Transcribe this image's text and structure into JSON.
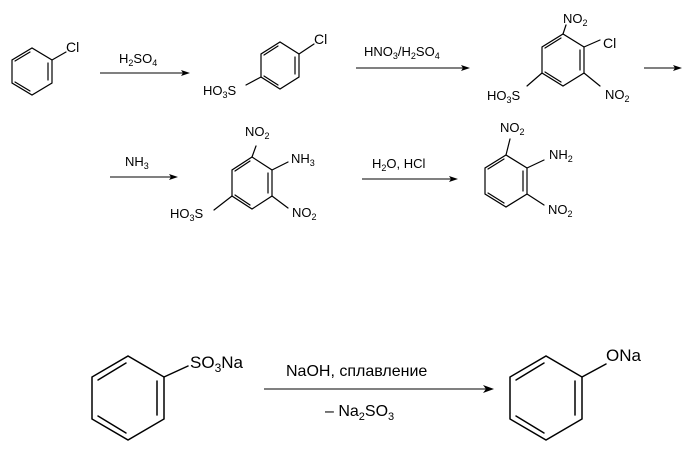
{
  "scheme1": {
    "step1": {
      "reagent_main": "H",
      "reagent_sub1": "2",
      "reagent_mid": "SO",
      "reagent_sub2": "4"
    },
    "step2": {
      "reagent_a": "HNO",
      "reagent_a_sub": "3",
      "reagent_b": "/H",
      "reagent_b_sub": "2",
      "reagent_c": "SO",
      "reagent_c_sub": "4"
    },
    "step3": {
      "reagent_main": "NH",
      "reagent_sub": "3"
    },
    "step4": {
      "reagent_a": "H",
      "reagent_a_sub": "2",
      "reagent_b": "O, HCl"
    },
    "labels": {
      "cl": "Cl",
      "ho": "HO",
      "sub3": "3",
      "s": "S",
      "no": "NO",
      "sub2": "2",
      "nh": "NH"
    }
  },
  "scheme2": {
    "reactant": {
      "group": "SO",
      "group_sub": "3",
      "group_end": "Na"
    },
    "conditions_top": "NaOH, сплавление",
    "conditions_bottom_a": "– Na",
    "conditions_bottom_sub1": "2",
    "conditions_bottom_b": "SO",
    "conditions_bottom_sub2": "3",
    "product": {
      "group": "ONa"
    }
  }
}
